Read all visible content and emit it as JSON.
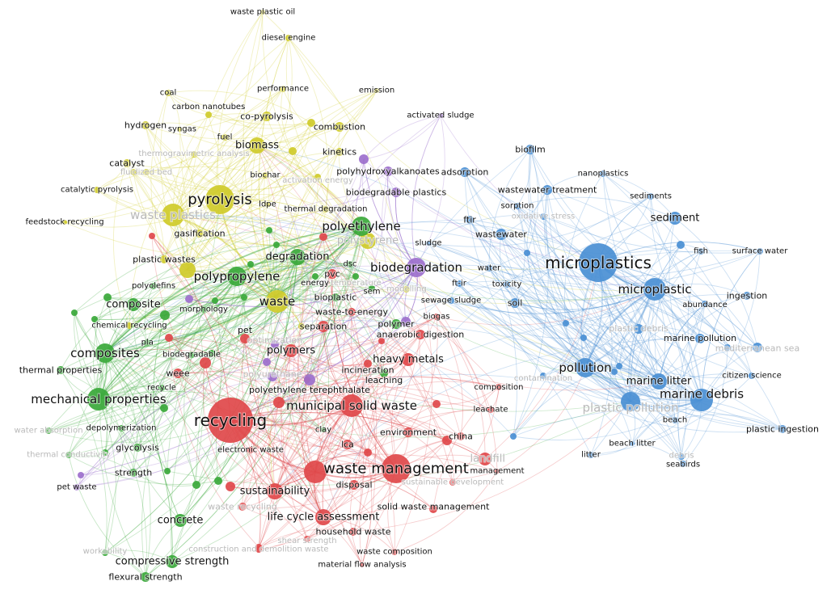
{
  "title": "Keyword co-occurrence network",
  "colors": {
    "yellow": "#cfcb2a",
    "green": "#3aa83a",
    "red": "#e0484a",
    "purple": "#9c6fcc",
    "blue": "#4a8fd4",
    "faded_label": "#b9b9b9",
    "label": "#111111"
  },
  "nodes": [
    {
      "label": "waste plastic oil",
      "cluster": "yellow",
      "weight": 3
    },
    {
      "label": "diesel engine",
      "cluster": "yellow",
      "weight": 4
    },
    {
      "label": "coal",
      "cluster": "yellow",
      "weight": 4
    },
    {
      "label": "performance",
      "cluster": "yellow",
      "weight": 4
    },
    {
      "label": "emission",
      "cluster": "yellow",
      "weight": 3
    },
    {
      "label": "carbon nanotubes",
      "cluster": "yellow",
      "weight": 4
    },
    {
      "label": "co-pyrolysis",
      "cluster": "yellow",
      "weight": 6
    },
    {
      "label": "hydrogen",
      "cluster": "yellow",
      "weight": 5
    },
    {
      "label": "syngas",
      "cluster": "yellow",
      "weight": 3
    },
    {
      "label": "combustion",
      "cluster": "yellow",
      "weight": 6
    },
    {
      "label": "fuel",
      "cluster": "yellow",
      "weight": 4
    },
    {
      "label": "biomass",
      "cluster": "yellow",
      "weight": 10
    },
    {
      "label": "kinetics",
      "cluster": "yellow",
      "weight": 5
    },
    {
      "label": "catalyst",
      "cluster": "yellow",
      "weight": 5
    },
    {
      "label": "biochar",
      "cluster": "yellow",
      "weight": 4
    },
    {
      "label": "catalytic pyrolysis",
      "cluster": "yellow",
      "weight": 4
    },
    {
      "label": "pyrolysis",
      "cluster": "yellow",
      "weight": 18
    },
    {
      "label": "waste plastics",
      "cluster": "yellow",
      "weight": 14,
      "faded": true
    },
    {
      "label": "ldpe",
      "cluster": "yellow",
      "weight": 3
    },
    {
      "label": "thermal degradation",
      "cluster": "yellow",
      "weight": 4
    },
    {
      "label": "feedstock recycling",
      "cluster": "yellow",
      "weight": 3
    },
    {
      "label": "gasification",
      "cluster": "yellow",
      "weight": 5
    },
    {
      "label": "plastic wastes",
      "cluster": "yellow",
      "weight": 5
    },
    {
      "label": "polystyrene",
      "cluster": "yellow",
      "weight": 10,
      "faded": true
    },
    {
      "label": "waste",
      "cluster": "yellow",
      "weight": 14
    },
    {
      "label": "chemical recycling",
      "cluster": "yellow",
      "weight": 4
    },
    {
      "label": "thermogravimetric analysis",
      "cluster": "yellow",
      "weight": 4,
      "faded": true
    },
    {
      "label": "fluidized bed",
      "cluster": "yellow",
      "weight": 4,
      "faded": true
    },
    {
      "label": "activation energy",
      "cluster": "yellow",
      "weight": 4,
      "faded": true
    },
    {
      "label": "modelling",
      "cluster": "yellow",
      "weight": 4,
      "faded": true
    },
    {
      "label": "polyethylene",
      "cluster": "green",
      "weight": 12
    },
    {
      "label": "degradation",
      "cluster": "green",
      "weight": 10
    },
    {
      "label": "polypropylene",
      "cluster": "green",
      "weight": 12
    },
    {
      "label": "composite",
      "cluster": "green",
      "weight": 8
    },
    {
      "label": "polyolefins",
      "cluster": "green",
      "weight": 4
    },
    {
      "label": "morphology",
      "cluster": "green",
      "weight": 4
    },
    {
      "label": "composites",
      "cluster": "green",
      "weight": 12
    },
    {
      "label": "pla",
      "cluster": "green",
      "weight": 4
    },
    {
      "label": "biodegradable",
      "cluster": "green",
      "weight": 4
    },
    {
      "label": "thermal properties",
      "cluster": "green",
      "weight": 5
    },
    {
      "label": "mechanical properties",
      "cluster": "green",
      "weight": 14
    },
    {
      "label": "recycle",
      "cluster": "green",
      "weight": 4
    },
    {
      "label": "depolymerization",
      "cluster": "green",
      "weight": 4
    },
    {
      "label": "glycolysis",
      "cluster": "green",
      "weight": 5
    },
    {
      "label": "strength",
      "cluster": "green",
      "weight": 5
    },
    {
      "label": "concrete",
      "cluster": "green",
      "weight": 8
    },
    {
      "label": "compressive strength",
      "cluster": "green",
      "weight": 8
    },
    {
      "label": "flexural strength",
      "cluster": "green",
      "weight": 6
    },
    {
      "label": "clay",
      "cluster": "green",
      "weight": 3
    },
    {
      "label": "bioplastic",
      "cluster": "green",
      "weight": 5
    },
    {
      "label": "sem",
      "cluster": "green",
      "weight": 4
    },
    {
      "label": "dsc",
      "cluster": "green",
      "weight": 4
    },
    {
      "label": "energy",
      "cluster": "green",
      "weight": 4
    },
    {
      "label": "polymer",
      "cluster": "green",
      "weight": 6
    },
    {
      "label": "temperature",
      "cluster": "green",
      "weight": 4,
      "faded": true
    },
    {
      "label": "leaching",
      "cluster": "green",
      "weight": 5
    },
    {
      "label": "water absorption",
      "cluster": "green",
      "weight": 4,
      "faded": true
    },
    {
      "label": "thermal conductivity",
      "cluster": "green",
      "weight": 4,
      "faded": true
    },
    {
      "label": "workability",
      "cluster": "green",
      "weight": 4,
      "faded": true
    },
    {
      "label": "recycling",
      "cluster": "red",
      "weight": 28
    },
    {
      "label": "municipal solid waste",
      "cluster": "red",
      "weight": 14
    },
    {
      "label": "waste management",
      "cluster": "red",
      "weight": 18
    },
    {
      "label": "sustainability",
      "cluster": "red",
      "weight": 10
    },
    {
      "label": "life cycle assessment",
      "cluster": "red",
      "weight": 10
    },
    {
      "label": "pet",
      "cluster": "red",
      "weight": 6
    },
    {
      "label": "weee",
      "cluster": "red",
      "weight": 6
    },
    {
      "label": "polymers",
      "cluster": "red",
      "weight": 8
    },
    {
      "label": "incineration",
      "cluster": "red",
      "weight": 5
    },
    {
      "label": "heavy metals",
      "cluster": "red",
      "weight": 8
    },
    {
      "label": "pvc",
      "cluster": "red",
      "weight": 6
    },
    {
      "label": "waste-to-energy",
      "cluster": "red",
      "weight": 5
    },
    {
      "label": "separation",
      "cluster": "red",
      "weight": 7
    },
    {
      "label": "electronic waste",
      "cluster": "red",
      "weight": 4
    },
    {
      "label": "lca",
      "cluster": "red",
      "weight": 6
    },
    {
      "label": "environment",
      "cluster": "red",
      "weight": 6
    },
    {
      "label": "china",
      "cluster": "red",
      "weight": 5
    },
    {
      "label": "leachate",
      "cluster": "red",
      "weight": 4
    },
    {
      "label": "composition",
      "cluster": "red",
      "weight": 4
    },
    {
      "label": "management",
      "cluster": "red",
      "weight": 3
    },
    {
      "label": "landfill",
      "cluster": "red",
      "weight": 8,
      "faded": true
    },
    {
      "label": "disposal",
      "cluster": "red",
      "weight": 6
    },
    {
      "label": "solid waste management",
      "cluster": "red",
      "weight": 5
    },
    {
      "label": "household waste",
      "cluster": "red",
      "weight": 5
    },
    {
      "label": "waste composition",
      "cluster": "red",
      "weight": 4
    },
    {
      "label": "material flow analysis",
      "cluster": "red",
      "weight": 3
    },
    {
      "label": "sustainable development",
      "cluster": "red",
      "weight": 4,
      "faded": true
    },
    {
      "label": "waste recycling",
      "cluster": "red",
      "weight": 5,
      "faded": true
    },
    {
      "label": "construction and demolition waste",
      "cluster": "red",
      "weight": 4,
      "faded": true
    },
    {
      "label": "shear strength",
      "cluster": "red",
      "weight": 4,
      "faded": true
    },
    {
      "label": "biogas",
      "cluster": "red",
      "weight": 4
    },
    {
      "label": "anaerobic digestion",
      "cluster": "red",
      "weight": 6
    },
    {
      "label": "biodegradation",
      "cluster": "purple",
      "weight": 12
    },
    {
      "label": "polyhydroxyalkanoates",
      "cluster": "purple",
      "weight": 6
    },
    {
      "label": "biodegradable plastics",
      "cluster": "purple",
      "weight": 6
    },
    {
      "label": "polyethylene terephthalate",
      "cluster": "purple",
      "weight": 7
    },
    {
      "label": "polyurethane",
      "cluster": "purple",
      "weight": 6,
      "faded": true
    },
    {
      "label": "optimization",
      "cluster": "purple",
      "weight": 5,
      "faded": true
    },
    {
      "label": "pet waste",
      "cluster": "purple",
      "weight": 4
    },
    {
      "label": "activated sludge",
      "cluster": "purple",
      "weight": 3
    },
    {
      "label": "microplastics",
      "cluster": "blue",
      "weight": 24
    },
    {
      "label": "microplastic",
      "cluster": "blue",
      "weight": 14
    },
    {
      "label": "marine debris",
      "cluster": "blue",
      "weight": 14
    },
    {
      "label": "marine litter",
      "cluster": "blue",
      "weight": 10
    },
    {
      "label": "plastic pollution",
      "cluster": "blue",
      "weight": 12,
      "faded": true
    },
    {
      "label": "pollution",
      "cluster": "blue",
      "weight": 12
    },
    {
      "label": "biofilm",
      "cluster": "blue",
      "weight": 6
    },
    {
      "label": "adsorption",
      "cluster": "blue",
      "weight": 6
    },
    {
      "label": "nanoplastics",
      "cluster": "blue",
      "weight": 4
    },
    {
      "label": "wastewater treatment",
      "cluster": "blue",
      "weight": 6
    },
    {
      "label": "sediments",
      "cluster": "blue",
      "weight": 4
    },
    {
      "label": "sediment",
      "cluster": "blue",
      "weight": 8
    },
    {
      "label": "sorption",
      "cluster": "blue",
      "weight": 4
    },
    {
      "label": "oxidative stress",
      "cluster": "blue",
      "weight": 4,
      "faded": true
    },
    {
      "label": "ftir",
      "cluster": "blue",
      "weight": 5
    },
    {
      "label": "wastewater",
      "cluster": "blue",
      "weight": 7
    },
    {
      "label": "fish",
      "cluster": "blue",
      "weight": 4
    },
    {
      "label": "surface water",
      "cluster": "blue",
      "weight": 4
    },
    {
      "label": "sludge",
      "cluster": "blue",
      "weight": 3
    },
    {
      "label": "water",
      "cluster": "blue",
      "weight": 4
    },
    {
      "label": "toxicity",
      "cluster": "blue",
      "weight": 4
    },
    {
      "label": "ft-ir",
      "cluster": "blue",
      "weight": 4
    },
    {
      "label": "sewage sludge",
      "cluster": "blue",
      "weight": 4
    },
    {
      "label": "soil",
      "cluster": "blue",
      "weight": 6
    },
    {
      "label": "abundance",
      "cluster": "blue",
      "weight": 4
    },
    {
      "label": "ingestion",
      "cluster": "blue",
      "weight": 5
    },
    {
      "label": "plastic debris",
      "cluster": "blue",
      "weight": 6,
      "faded": true
    },
    {
      "label": "marine pollution",
      "cluster": "blue",
      "weight": 6
    },
    {
      "label": "mediterranean sea",
      "cluster": "blue",
      "weight": 6,
      "faded": true
    },
    {
      "label": "citizen science",
      "cluster": "blue",
      "weight": 4
    },
    {
      "label": "contamination",
      "cluster": "blue",
      "weight": 4,
      "faded": true
    },
    {
      "label": "beach",
      "cluster": "blue",
      "weight": 4
    },
    {
      "label": "plastic ingestion",
      "cluster": "blue",
      "weight": 5
    },
    {
      "label": "beach litter",
      "cluster": "blue",
      "weight": 3
    },
    {
      "label": "litter",
      "cluster": "blue",
      "weight": 4
    },
    {
      "label": "seabirds",
      "cluster": "blue",
      "weight": 4
    },
    {
      "label": "debris",
      "cluster": "blue",
      "weight": 4,
      "faded": true
    }
  ]
}
